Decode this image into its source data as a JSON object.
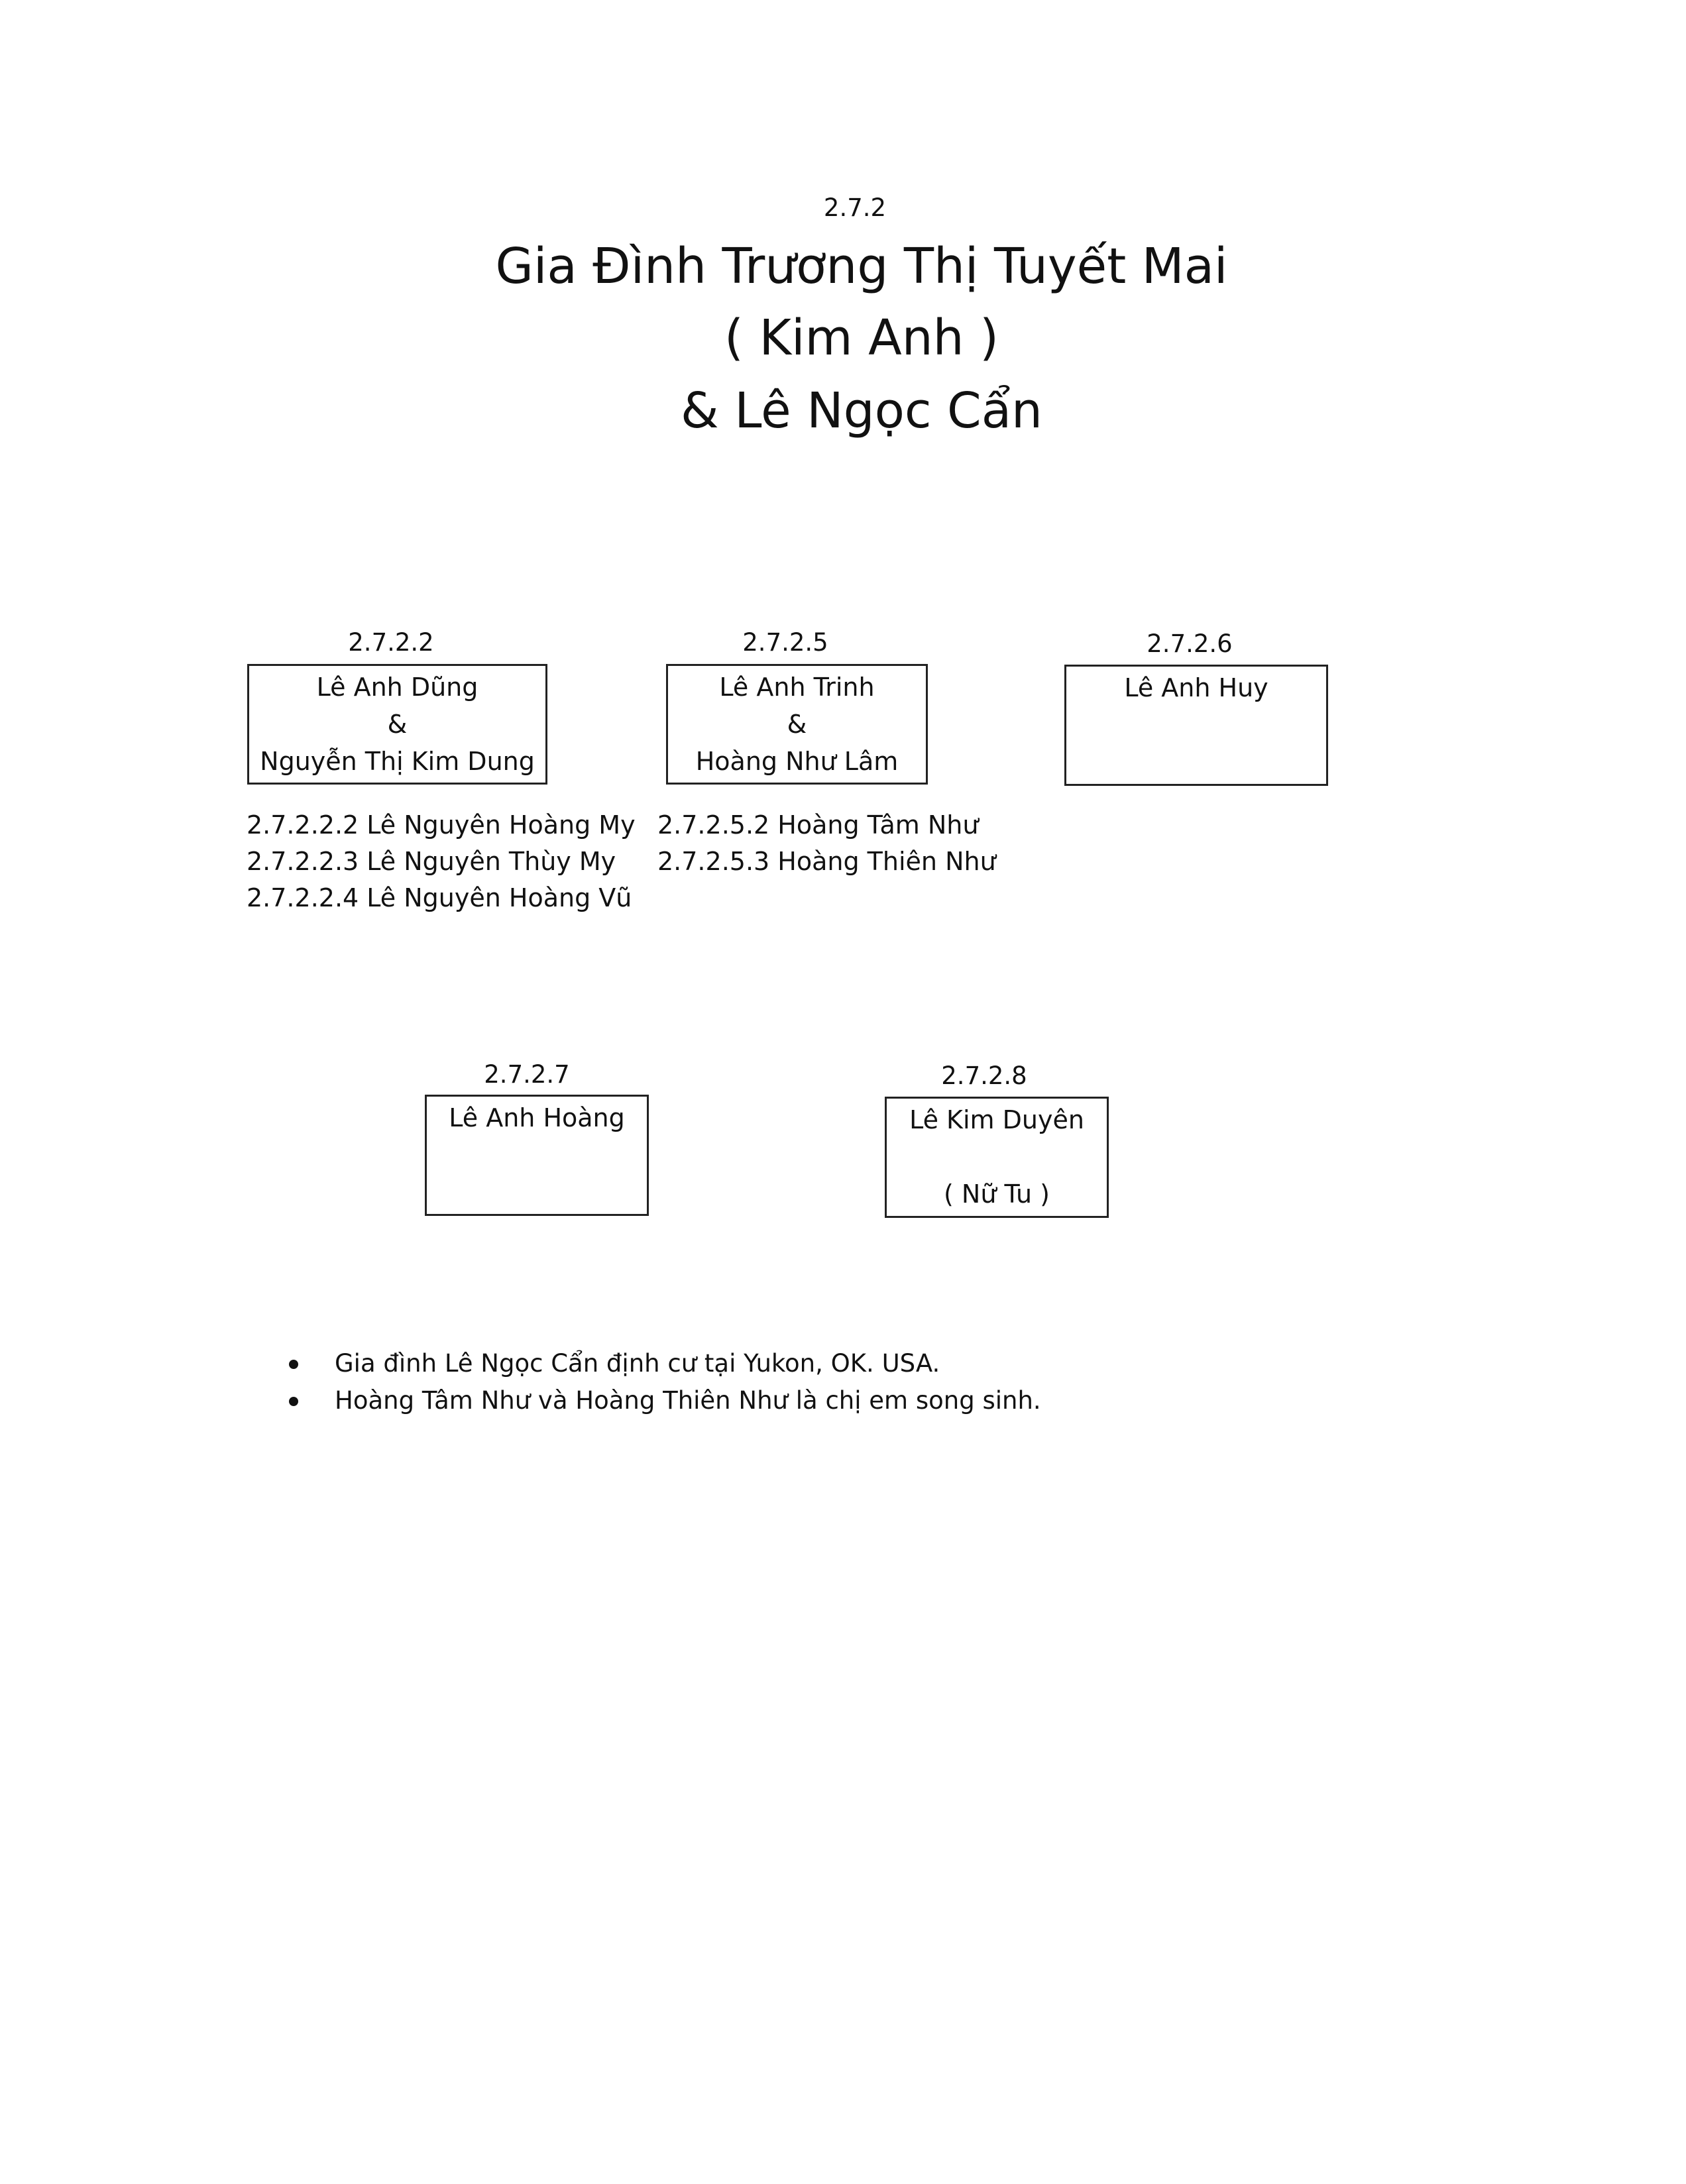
{
  "header": {
    "code": "2.7.2",
    "title_line1": "Gia Đình Trương Thị Tuyết Mai",
    "title_line2": "( Kim Anh )",
    "title_line3": "& Lê Ngọc Cẩn"
  },
  "families": [
    {
      "code": "2.7.2.2",
      "lines": [
        "Lê Anh Dũng",
        "&",
        "Nguyễn Thị Kim Dung"
      ],
      "children": [
        "2.7.2.2.2 Lê Nguyên Hoàng My",
        "2.7.2.2.3 Lê Nguyên Thùy My",
        "2.7.2.2.4 Lê Nguyên Hoàng Vũ"
      ]
    },
    {
      "code": "2.7.2.5",
      "lines": [
        "Lê Anh Trinh",
        "&",
        "Hoàng Như Lâm"
      ],
      "children": [
        "2.7.2.5.2 Hoàng Tâm Như",
        "2.7.2.5.3 Hoàng Thiên Như"
      ]
    },
    {
      "code": "2.7.2.6",
      "lines": [
        "Lê Anh Huy"
      ]
    },
    {
      "code": "2.7.2.7",
      "lines": [
        "Lê Anh Hoàng"
      ]
    },
    {
      "code": "2.7.2.8",
      "lines": [
        "Lê Kim Duyên",
        "",
        "( Nữ Tu )"
      ]
    }
  ],
  "notes": [
    "Gia đình Lê Ngọc Cẩn định cư tại Yukon, OK. USA.",
    "Hoàng Tâm Như và Hoàng Thiên Như là chị em song sinh."
  ]
}
